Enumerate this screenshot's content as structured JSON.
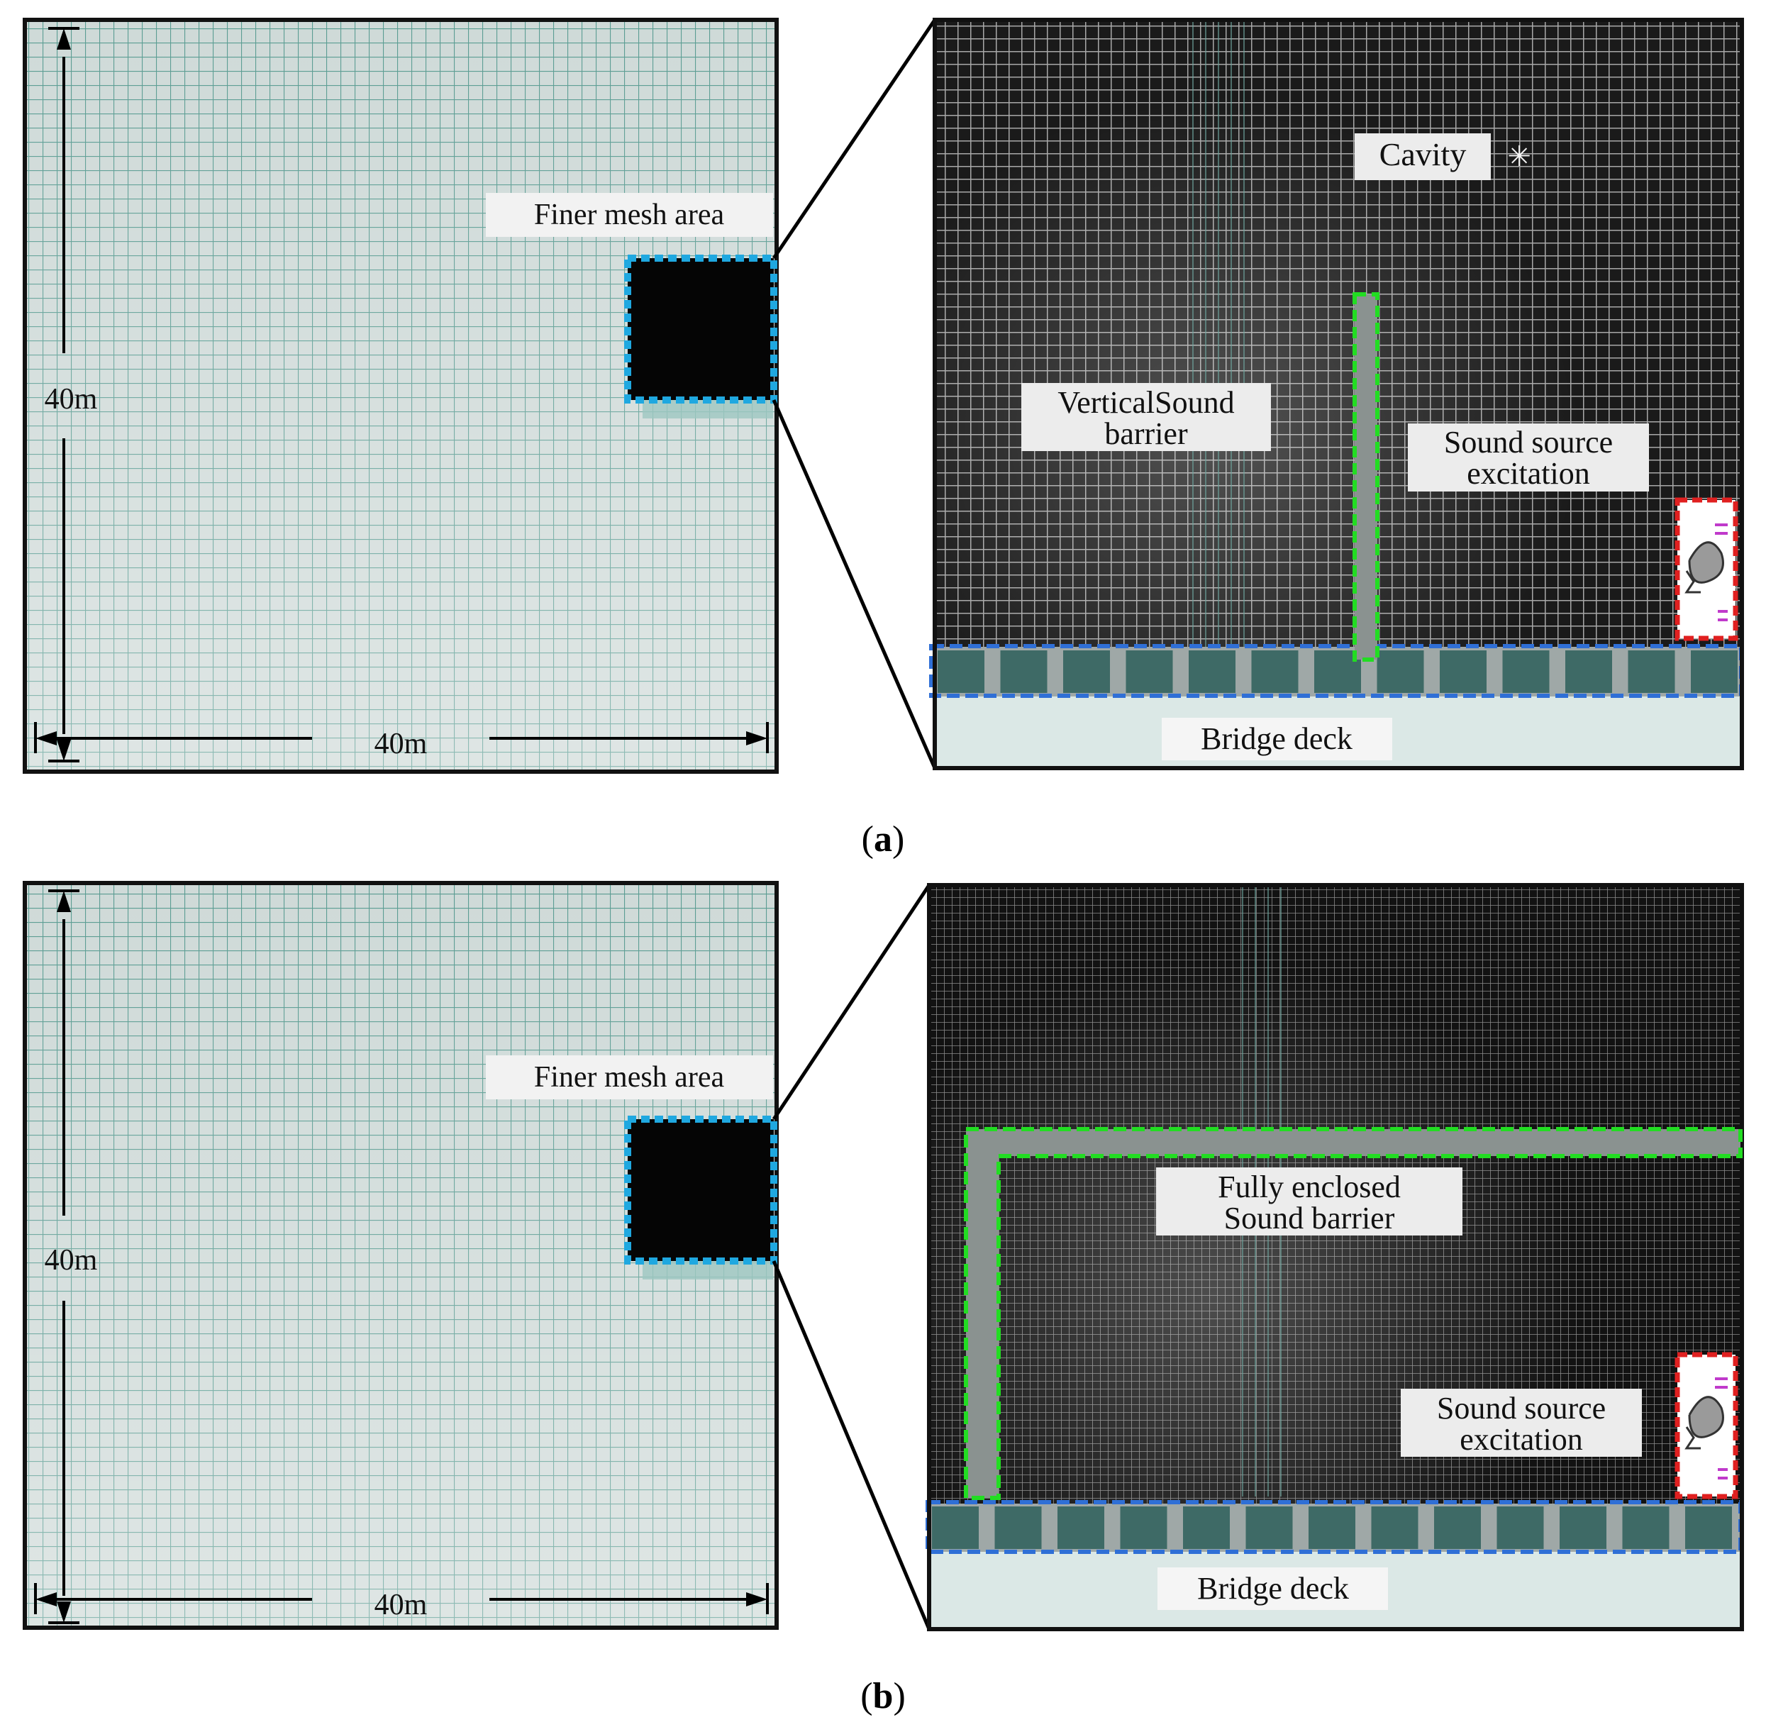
{
  "panels": [
    {
      "caption_open": "(",
      "caption_letter": "a",
      "caption_close": ")",
      "overview": {
        "height_label": "40m",
        "width_label": "40m",
        "refined_label": "Finer mesh area"
      },
      "detail": {
        "cavity_label": "Cavity",
        "barrier_label_line1": "VerticalSound",
        "barrier_label_line2": "barrier",
        "source_label_line1": "Sound source",
        "source_label_line2": "excitation",
        "deck_label": "Bridge deck",
        "barrier_type": "vertical"
      }
    },
    {
      "caption_open": "(",
      "caption_letter": "b",
      "caption_close": ")",
      "overview": {
        "height_label": "40m",
        "width_label": "40m",
        "refined_label": "Finer mesh area"
      },
      "detail": {
        "barrier_label_line1": "Fully enclosed",
        "barrier_label_line2": "Sound barrier",
        "source_label_line1": "Sound source",
        "source_label_line2": "excitation",
        "deck_label": "Bridge deck",
        "barrier_type": "fully-enclosed"
      }
    }
  ],
  "colors": {
    "coarse_mesh_bg": "#c9d6d3",
    "coarse_mesh_line": "#4f9389",
    "fine_mesh_bg": "#1a1a1a",
    "fine_mesh_line": "#b5b5b5",
    "refined_outline": "#1fa8e0",
    "barrier_outline": "#22dd22",
    "deck_zone_outline": "#2f6fd6",
    "source_outline": "#e02020",
    "deck_fill": "#dbe8e6",
    "wheel_block": "#3e6a66",
    "label_bg": "#efefef"
  }
}
